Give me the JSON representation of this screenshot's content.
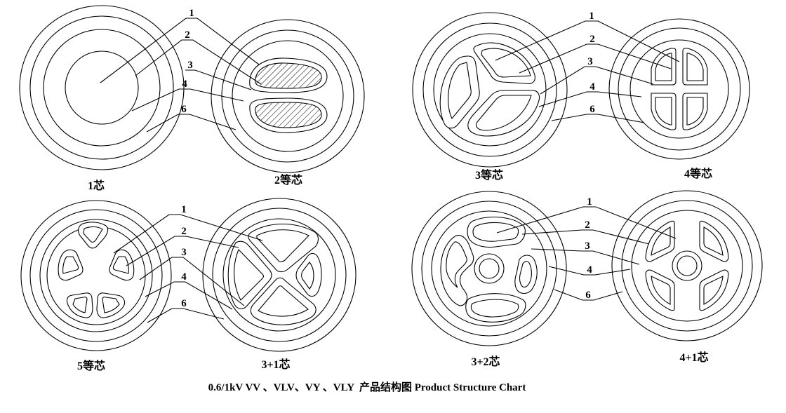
{
  "title": "0.6/1kV VV 、VLV、VY 、VLY  产品结构图 Product Structure Chart",
  "callout_numbers": [
    "1",
    "2",
    "3",
    "4",
    "6"
  ],
  "cables": [
    {
      "id": "1c",
      "label": "1芯"
    },
    {
      "id": "2c",
      "label": "2等芯"
    },
    {
      "id": "3c",
      "label": "3等芯"
    },
    {
      "id": "4c",
      "label": "4等芯"
    },
    {
      "id": "5c",
      "label": "5等芯"
    },
    {
      "id": "3p1",
      "label": "3+1芯"
    },
    {
      "id": "3p2",
      "label": "3+2芯"
    },
    {
      "id": "4p1",
      "label": "4+1芯"
    }
  ],
  "colors": {
    "line": "#000000",
    "background": "#ffffff"
  }
}
